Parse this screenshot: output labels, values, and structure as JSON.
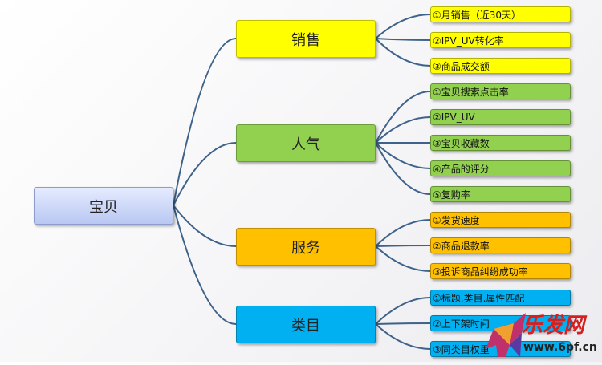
{
  "root": {
    "label": "宝贝",
    "color": "#c9d4f7"
  },
  "categories": [
    {
      "label": "销售",
      "color": "#ffff00",
      "items": [
        "①月销售（近30天）",
        "②IPV_UV转化率",
        "③商品成交额"
      ]
    },
    {
      "label": "人气",
      "color": "#92d050",
      "items": [
        "①宝贝搜索点击率",
        "②IPV_UV",
        "③宝贝收藏数",
        "④产品的评分",
        "⑤复购率"
      ]
    },
    {
      "label": "服务",
      "color": "#ffc000",
      "items": [
        "①发货速度",
        "②商品退款率",
        "③投诉商品纠纷成功率"
      ]
    },
    {
      "label": "类目",
      "color": "#00b0f0",
      "items": [
        "①标题.类目.属性匹配",
        "②上下架时间",
        "③同类目权重"
      ]
    }
  ],
  "watermark": {
    "name": "乐发网",
    "url": "www.6pf.cn"
  }
}
